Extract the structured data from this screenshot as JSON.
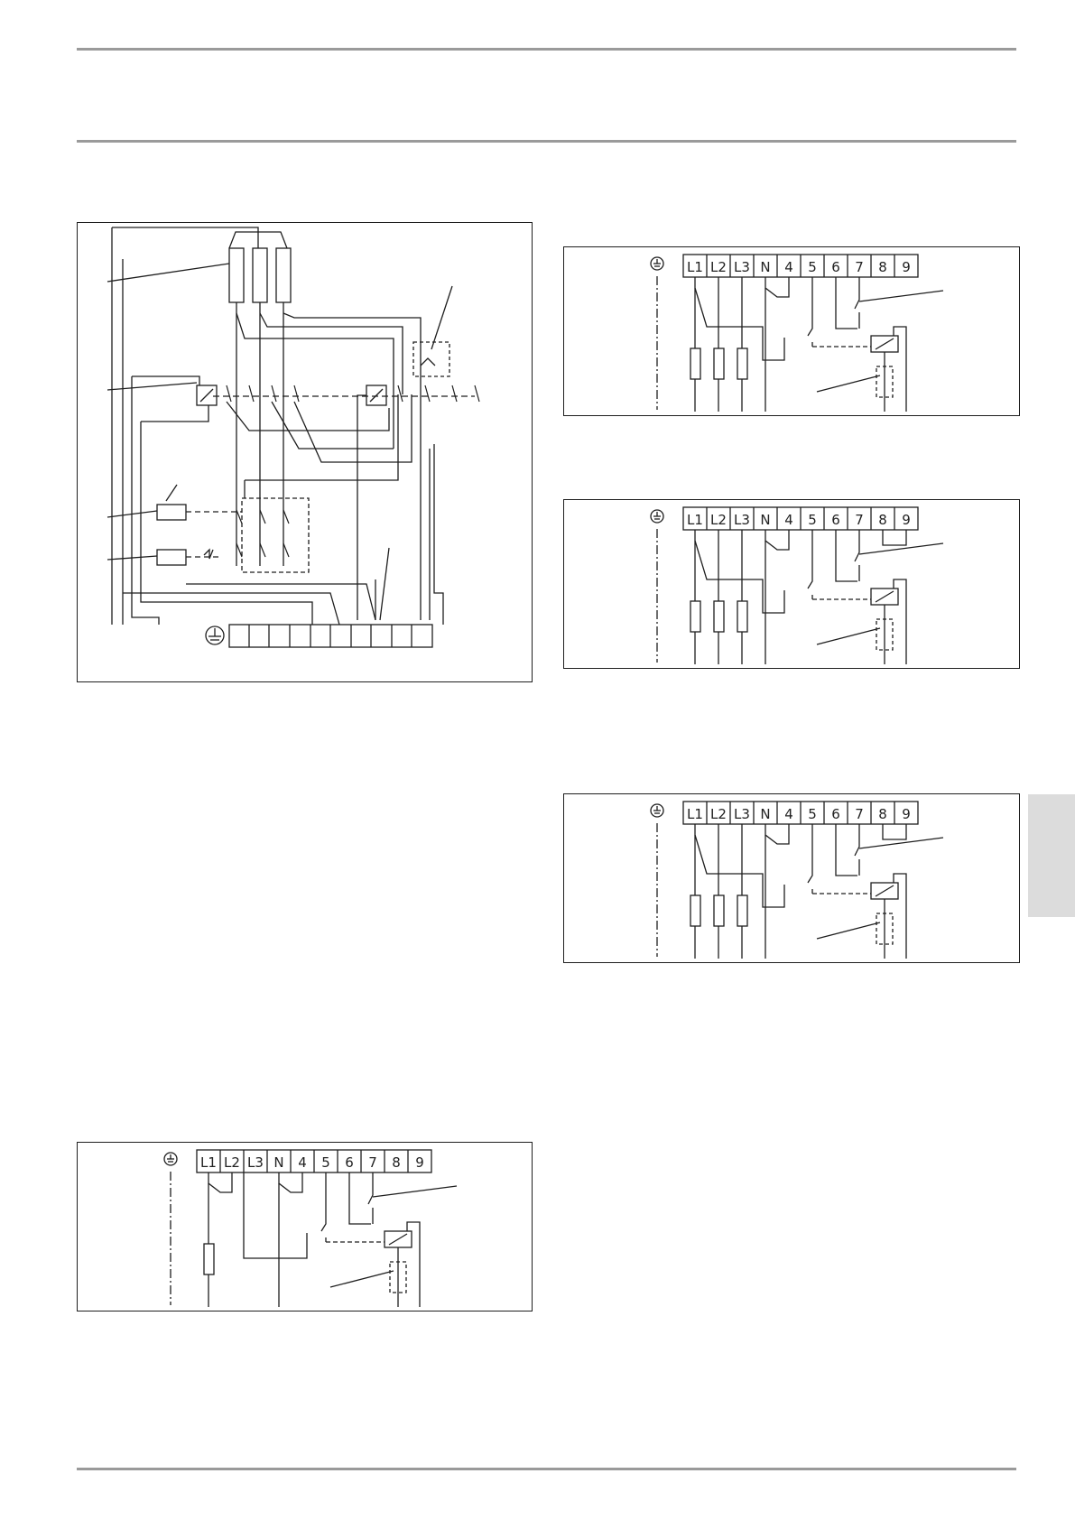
{
  "terminals": [
    "L1",
    "L2",
    "L3",
    "N",
    "4",
    "5",
    "6",
    "7",
    "8",
    "9"
  ],
  "colors": {
    "line": "#1e1e1e",
    "rule": "#9a9a9a",
    "tab": "#dcdcdc"
  },
  "icons": {
    "earth": "earth-ground-icon"
  }
}
